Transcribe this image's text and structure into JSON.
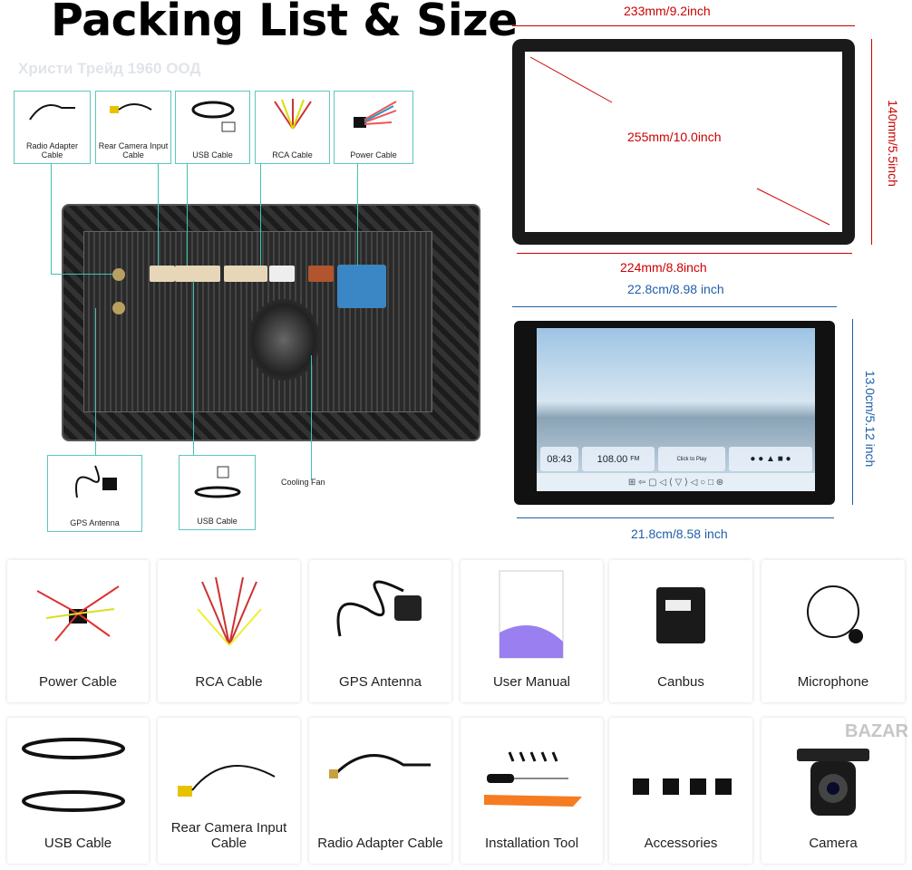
{
  "title": "Packing List & Size",
  "watermark": "Христи Трейд 1960 ООД",
  "diagram": {
    "accessories": [
      "Radio Adapter Cable",
      "Rear Camera Input Cable",
      "USB Cable",
      "RCA Cable",
      "Power Cable"
    ],
    "bottom": [
      "GPS Antenna",
      "USB Cable"
    ],
    "cooling_fan": "Cooling Fan"
  },
  "frame_dims": {
    "top": "233mm/9.2inch",
    "right": "140mm/5.5inch",
    "diagonal": "255mm/10.0inch",
    "bottom": "224mm/8.8inch"
  },
  "screen_dims": {
    "top": "22.8cm/8.98 inch",
    "right": "13.0cm/5.12 inch",
    "bottom": "21.8cm/8.58 inch"
  },
  "screen": {
    "time": "08:43",
    "radio": "108.00",
    "band": "FM",
    "music": "Click to Play"
  },
  "items": [
    "Power Cable",
    "RCA Cable",
    "GPS Antenna",
    "User Manual",
    "Canbus",
    "Microphone",
    "USB Cable",
    "Rear Camera Input Cable",
    "Radio Adapter Cable",
    "Installation Tool",
    "Accessories",
    "Camera"
  ],
  "corner_logo": "BAZAR"
}
